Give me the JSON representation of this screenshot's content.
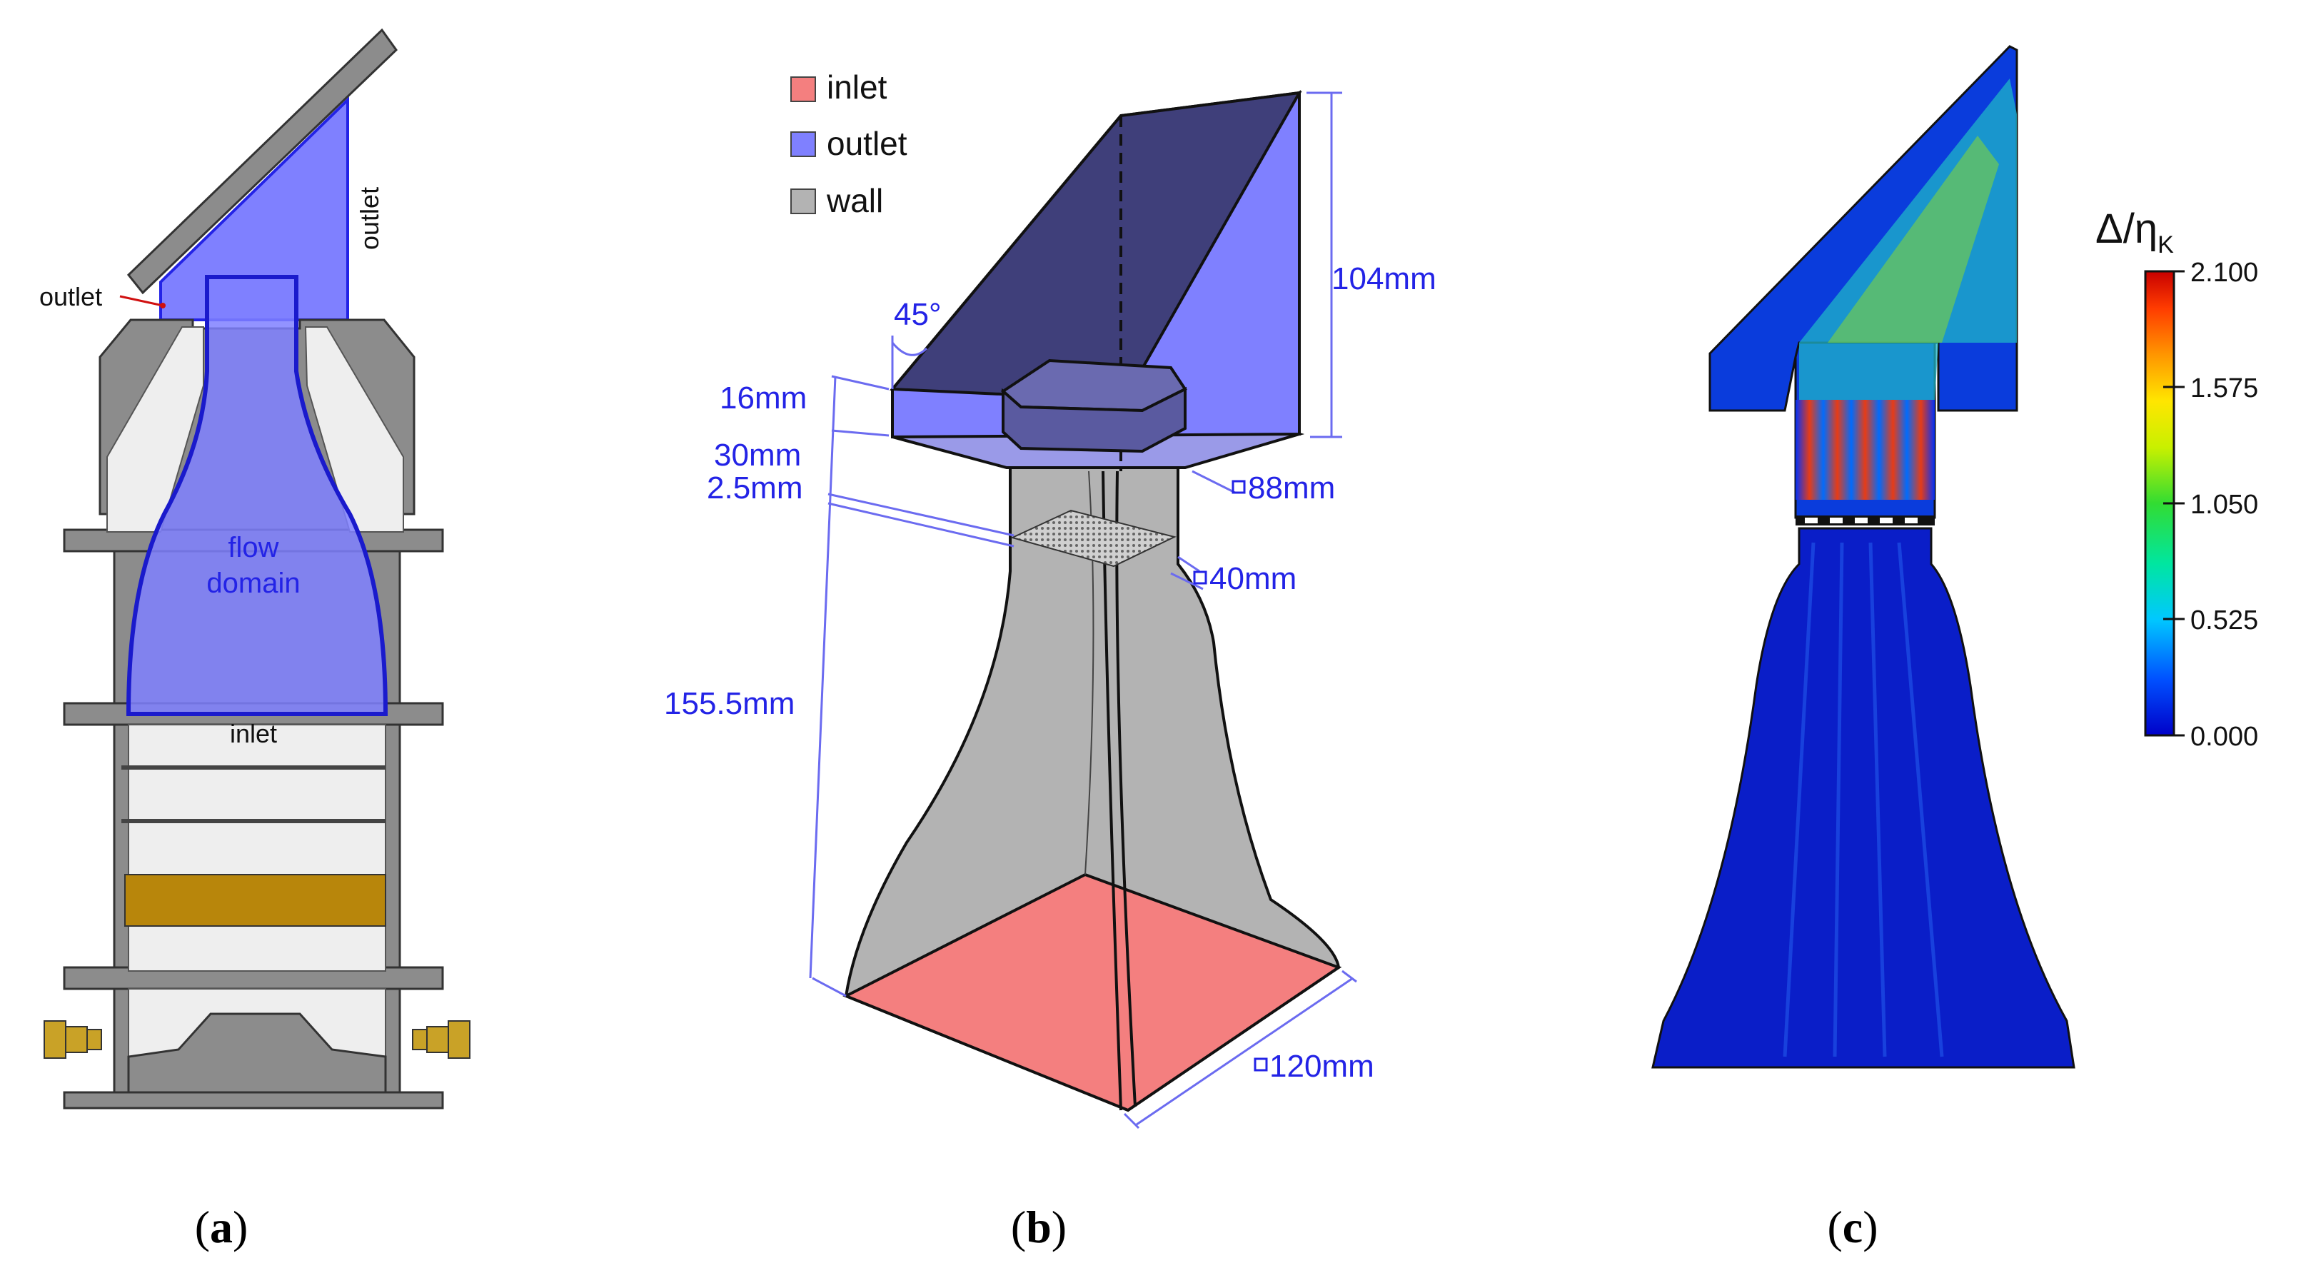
{
  "panel_a": {
    "labels": {
      "outlet_top": "outlet",
      "outlet_side": "outlet",
      "flow_domain_line1": "flow",
      "flow_domain_line2": "domain",
      "inlet": "inlet"
    },
    "colors": {
      "housing": "#8c8c8c",
      "flow_domain": "#7f80ff",
      "brass": "#b8860b",
      "light_part": "#eeeeee"
    },
    "caption": "a"
  },
  "panel_b": {
    "legend": [
      {
        "label": "inlet",
        "color": "#f47f7f"
      },
      {
        "label": "outlet",
        "color": "#7f80ff"
      },
      {
        "label": "wall",
        "color": "#b3b3b3"
      }
    ],
    "dimensions": {
      "height_top": "104mm",
      "angle": "45°",
      "d16": "16mm",
      "d30": "30mm",
      "d25": "2.5mm",
      "d88": "88mm",
      "d40": "40mm",
      "d155": "155.5mm",
      "d120": "120mm"
    },
    "caption": "b"
  },
  "panel_c": {
    "colorbar": {
      "title_main": "Δ/η",
      "title_sub": "K",
      "ticks": [
        "2.100",
        "1.575",
        "1.050",
        "0.525",
        "0.000"
      ],
      "min": 0.0,
      "max": 2.1,
      "colormap": [
        "#0000c8",
        "#0050ff",
        "#00c8ff",
        "#00e6a0",
        "#32dc32",
        "#c8f000",
        "#ffe600",
        "#ff9600",
        "#ff3c00",
        "#c80000"
      ]
    },
    "caption": "c"
  }
}
